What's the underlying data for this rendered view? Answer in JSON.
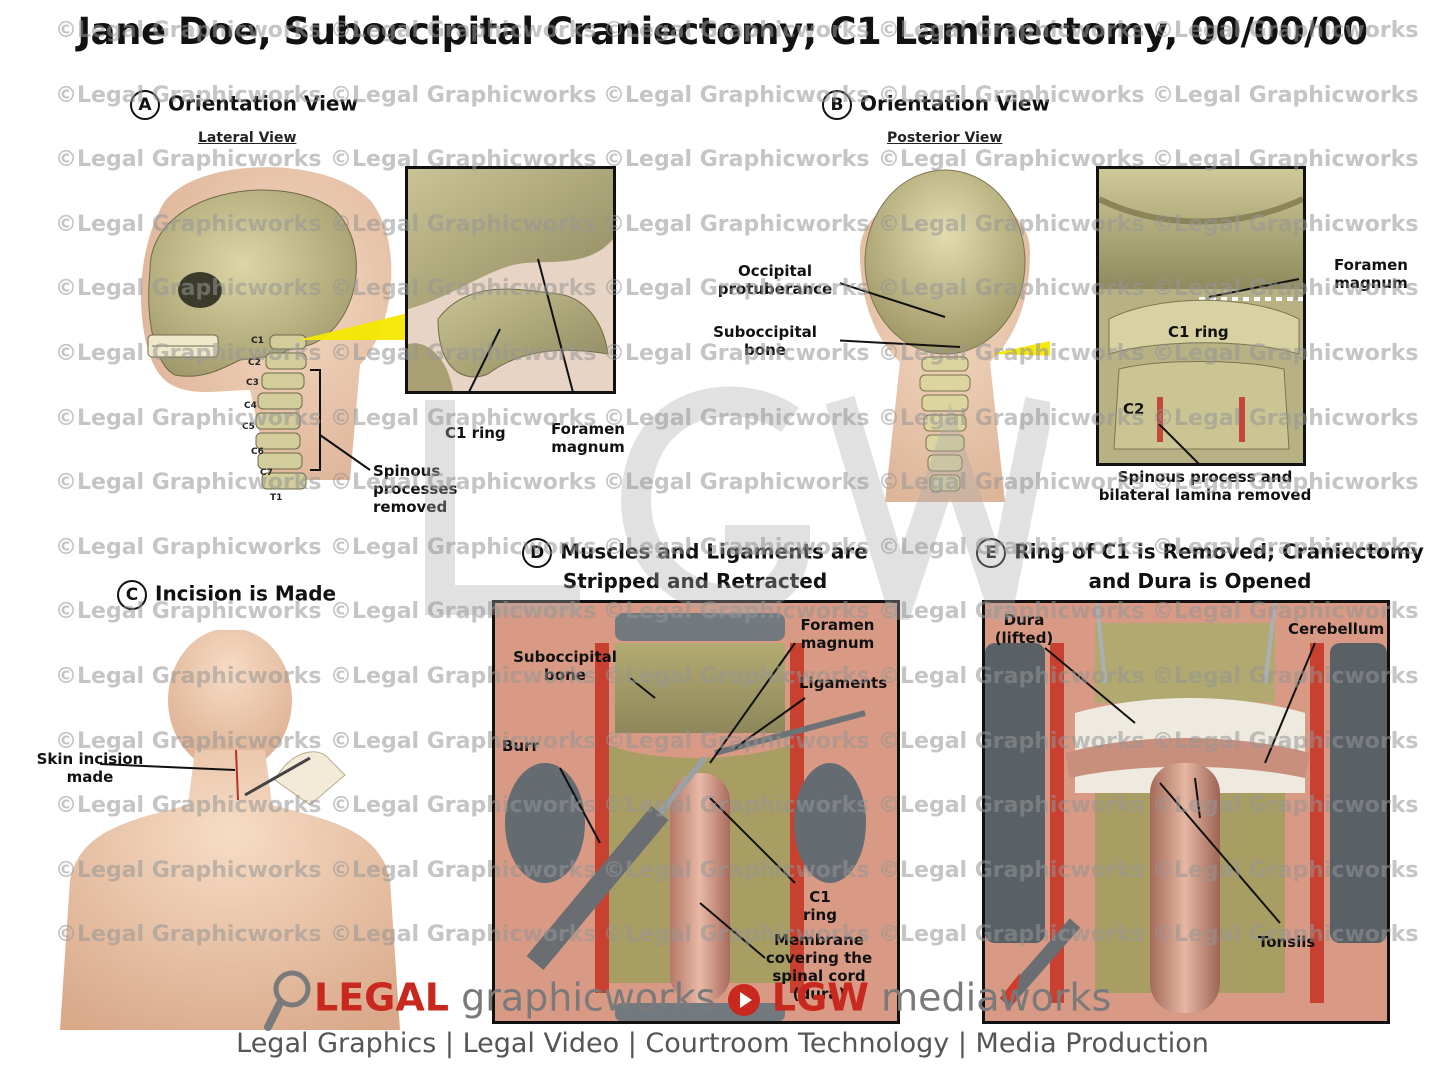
{
  "title": "Jane Doe, Suboccipital Craniectomy; C1 Laminectomy, 00/00/00",
  "watermark_text": "©Legal Graphicworks",
  "panels": {
    "a": {
      "letter": "A",
      "title": "Orientation View",
      "subtitle": "Lateral View",
      "labels": {
        "c1_ring": "C1 ring",
        "foramen_magnum": "Foramen magnum",
        "spinous": "Spinous processes removed"
      },
      "vertebrae": [
        "C1",
        "C2",
        "C3",
        "C4",
        "C5",
        "C6",
        "C7",
        "T1"
      ]
    },
    "b": {
      "letter": "B",
      "title": "Orientation View",
      "subtitle": "Posterior View",
      "labels": {
        "occipital": "Occipital protuberance",
        "suboccipital": "Suboccipital bone",
        "foramen": "Foramen magnum",
        "c1_ring": "C1 ring",
        "c2": "C2",
        "spinous": "Spinous process and bilateral lamina removed"
      }
    },
    "c": {
      "letter": "C",
      "title": "Incision is Made",
      "labels": {
        "skin_incision": "Skin incision made"
      }
    },
    "d": {
      "letter": "D",
      "title": "Muscles and Ligaments are Stripped and Retracted",
      "labels": {
        "suboccipital": "Suboccipital bone",
        "foramen": "Foramen magnum",
        "ligaments": "Ligaments",
        "burr": "Burr",
        "c1_ring": "C1 ring",
        "membrane": "Membrane covering the spinal cord (dura)"
      }
    },
    "e": {
      "letter": "E",
      "title": "Ring of C1 is Removed; Craniectomy and Dura is Opened",
      "labels": {
        "dura": "Dura (lifted)",
        "cerebellum": "Cerebellum",
        "tonsils": "Tonsils"
      }
    }
  },
  "logo": {
    "legal": "LEGAL",
    "graphicworks": "graphicworks",
    "lgw": "LGW",
    "mediaworks": "mediaworks"
  },
  "footer": "Legal Graphics | Legal Video | Courtroom Technology | Media Production",
  "colors": {
    "bone": "#c9c18e",
    "skin": "#e9c7a9",
    "tissue": "#c4483a",
    "accent_yellow": "#f5e800",
    "logo_red": "#c8281e"
  }
}
